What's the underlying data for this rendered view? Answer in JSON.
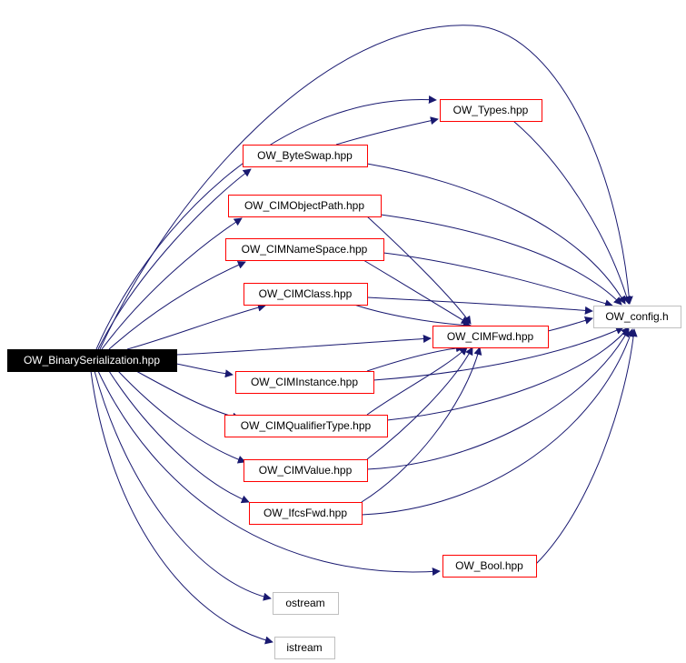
{
  "diagram": {
    "nodes": [
      {
        "id": "root",
        "label": "OW_BinarySerialization.hpp",
        "style": "root"
      },
      {
        "id": "types",
        "label": "OW_Types.hpp",
        "style": "doc"
      },
      {
        "id": "byteswap",
        "label": "OW_ByteSwap.hpp",
        "style": "doc"
      },
      {
        "id": "objpath",
        "label": "OW_CIMObjectPath.hpp",
        "style": "doc"
      },
      {
        "id": "ns",
        "label": "OW_CIMNameSpace.hpp",
        "style": "doc"
      },
      {
        "id": "class",
        "label": "OW_CIMClass.hpp",
        "style": "doc"
      },
      {
        "id": "fwd",
        "label": "OW_CIMFwd.hpp",
        "style": "doc"
      },
      {
        "id": "config",
        "label": "OW_config.h",
        "style": "ext"
      },
      {
        "id": "inst",
        "label": "OW_CIMInstance.hpp",
        "style": "doc"
      },
      {
        "id": "qual",
        "label": "OW_CIMQualifierType.hpp",
        "style": "doc"
      },
      {
        "id": "value",
        "label": "OW_CIMValue.hpp",
        "style": "doc"
      },
      {
        "id": "ifcs",
        "label": "OW_IfcsFwd.hpp",
        "style": "doc"
      },
      {
        "id": "bool",
        "label": "OW_Bool.hpp",
        "style": "doc"
      },
      {
        "id": "ostream",
        "label": "ostream",
        "style": "ext"
      },
      {
        "id": "istream",
        "label": "istream",
        "style": "ext"
      }
    ],
    "edges": [
      [
        "root",
        "config"
      ],
      [
        "root",
        "types"
      ],
      [
        "root",
        "byteswap"
      ],
      [
        "root",
        "objpath"
      ],
      [
        "root",
        "ns"
      ],
      [
        "root",
        "class"
      ],
      [
        "root",
        "fwd"
      ],
      [
        "root",
        "inst"
      ],
      [
        "root",
        "qual"
      ],
      [
        "root",
        "value"
      ],
      [
        "root",
        "ifcs"
      ],
      [
        "root",
        "bool"
      ],
      [
        "root",
        "ostream"
      ],
      [
        "root",
        "istream"
      ],
      [
        "byteswap",
        "types"
      ],
      [
        "byteswap",
        "config"
      ],
      [
        "types",
        "config"
      ],
      [
        "objpath",
        "config"
      ],
      [
        "objpath",
        "fwd"
      ],
      [
        "ns",
        "config"
      ],
      [
        "ns",
        "fwd"
      ],
      [
        "class",
        "config"
      ],
      [
        "class",
        "fwd"
      ],
      [
        "fwd",
        "config"
      ],
      [
        "inst",
        "fwd"
      ],
      [
        "inst",
        "config"
      ],
      [
        "qual",
        "fwd"
      ],
      [
        "qual",
        "config"
      ],
      [
        "value",
        "fwd"
      ],
      [
        "value",
        "config"
      ],
      [
        "ifcs",
        "fwd"
      ],
      [
        "ifcs",
        "config"
      ],
      [
        "bool",
        "config"
      ]
    ],
    "colors": {
      "edge": "#191970",
      "doc_border": "#ff0000",
      "ext_border": "#bfbfbf",
      "root_fill": "#000000",
      "root_text": "#ffffff",
      "text": "#000000"
    }
  }
}
